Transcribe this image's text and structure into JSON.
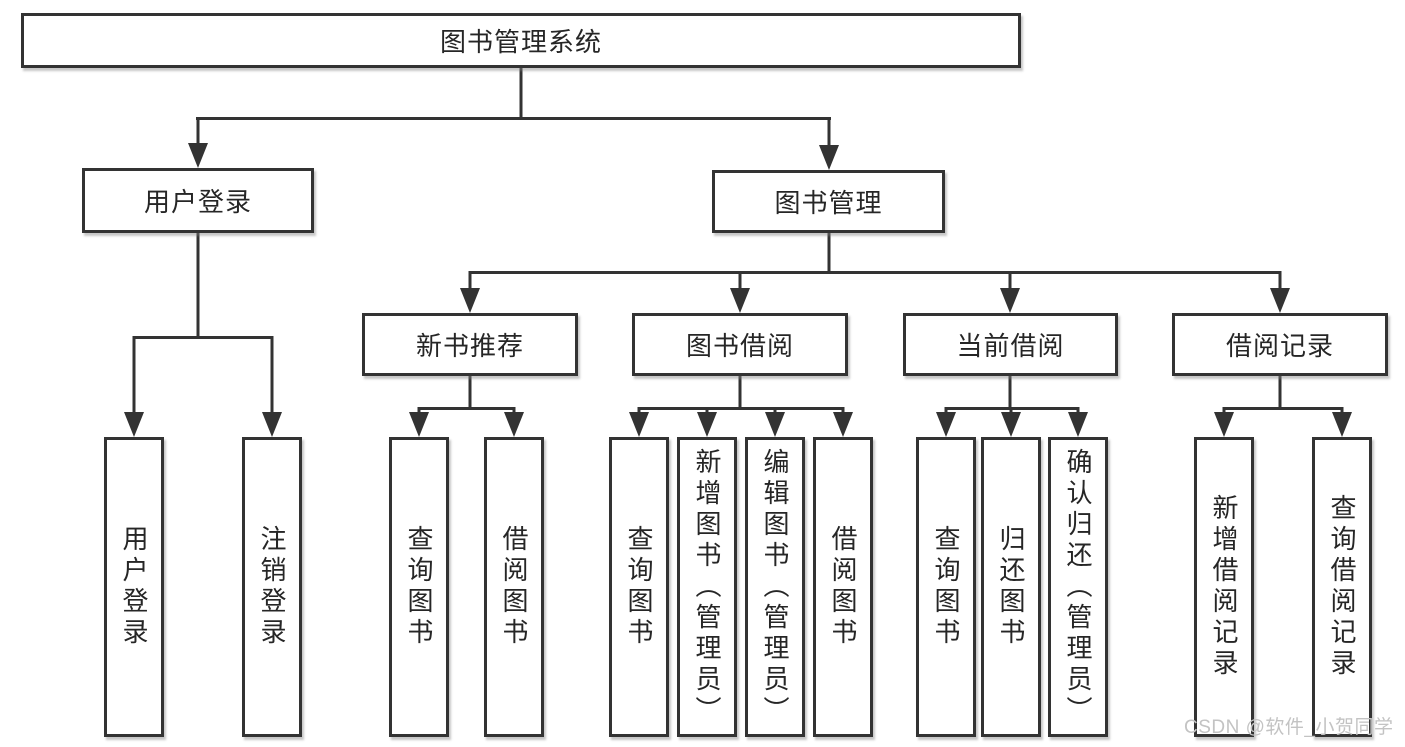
{
  "diagram": {
    "root": {
      "label": "图书管理系统"
    },
    "level2": [
      {
        "label": "用户登录"
      },
      {
        "label": "图书管理"
      }
    ],
    "level3": [
      {
        "label": "新书推荐"
      },
      {
        "label": "图书借阅"
      },
      {
        "label": "当前借阅"
      },
      {
        "label": "借阅记录"
      }
    ],
    "leaves": [
      {
        "label": "用户登录"
      },
      {
        "label": "注销登录"
      },
      {
        "label": "查询图书"
      },
      {
        "label": "借阅图书"
      },
      {
        "label": "查询图书"
      },
      {
        "label": "新增图书（管理员）"
      },
      {
        "label": "编辑图书（管理员）"
      },
      {
        "label": "借阅图书"
      },
      {
        "label": "查询图书"
      },
      {
        "label": "归还图书"
      },
      {
        "label": "确认归还（管理员）"
      },
      {
        "label": "新增借阅记录"
      },
      {
        "label": "查询借阅记录"
      }
    ]
  },
  "watermark": {
    "text": "CSDN @软件_小贺同学"
  },
  "colors": {
    "background": "#ffffff",
    "box_border": "#333333",
    "connector_line": "#333333",
    "text": "#262626",
    "watermark": "#c3c3c3"
  }
}
